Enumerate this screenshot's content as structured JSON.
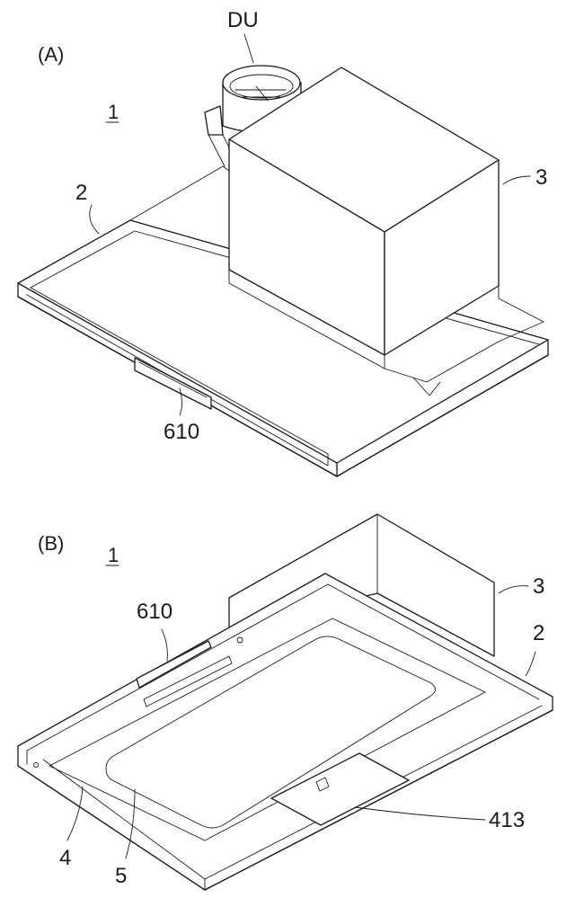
{
  "panel_a": {
    "panel_label": "(A)",
    "assembly_ref": "1",
    "duct_label": "DU",
    "body_label": "3",
    "frame_label": "2",
    "part_label": "610"
  },
  "panel_b": {
    "panel_label": "(B)",
    "assembly_ref": "1",
    "part_label": "610",
    "body_label": "3",
    "frame_label": "2",
    "label_4": "4",
    "label_5": "5",
    "label_413": "413"
  }
}
